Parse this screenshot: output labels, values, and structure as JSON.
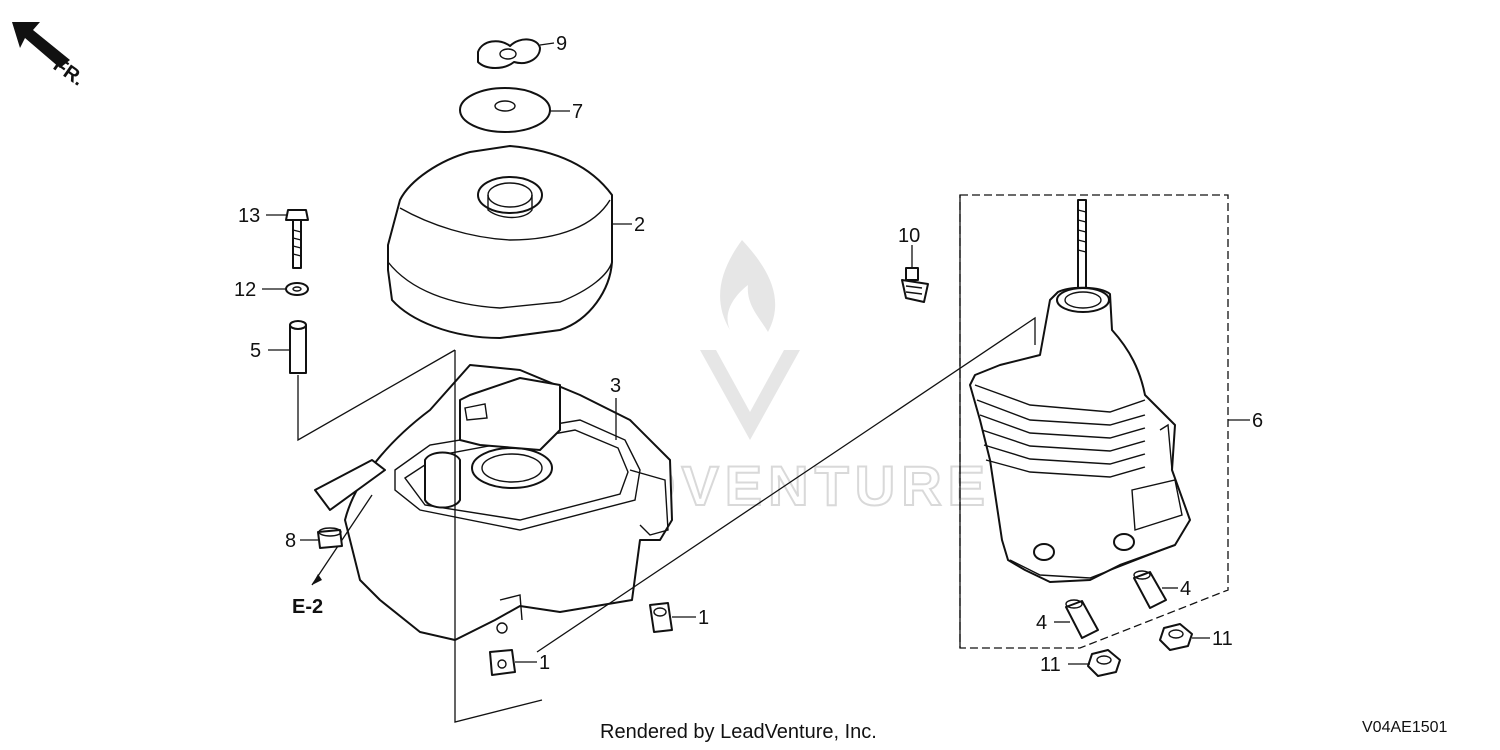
{
  "direction": {
    "label": "FR.",
    "icon": "front-direction-arrow-icon"
  },
  "callouts": {
    "p9": "9",
    "p7": "7",
    "p2": "2",
    "p13": "13",
    "p12": "12",
    "p5": "5",
    "p3": "3",
    "p8": "8",
    "p10": "10",
    "p6": "6",
    "p1a": "1",
    "p1b": "1",
    "p4a": "4",
    "p4b": "4",
    "p11a": "11",
    "p11b": "11"
  },
  "reference": {
    "label": "E-2"
  },
  "watermark": {
    "text": "LEADVENTURE"
  },
  "footer": {
    "rendered_by": "Rendered by LeadVenture, Inc.",
    "diagram_code": "V04AE1501"
  }
}
